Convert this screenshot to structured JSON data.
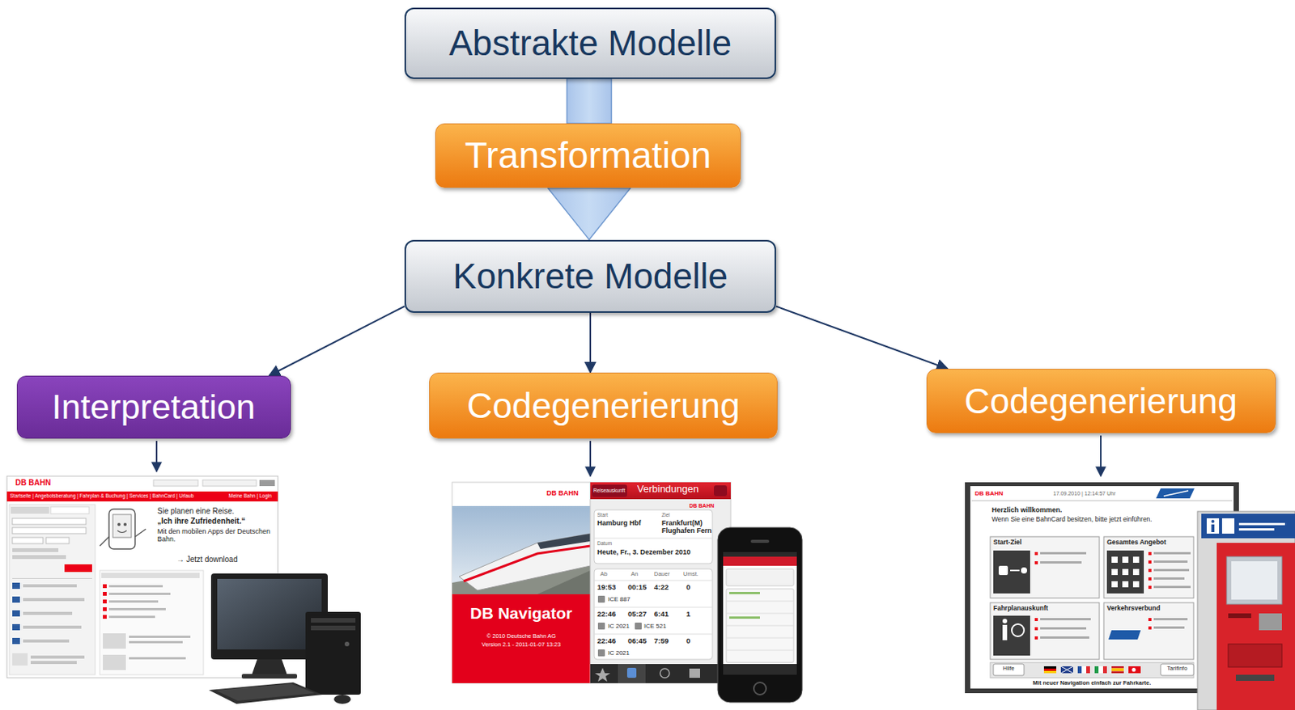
{
  "diagram": {
    "nodes": [
      {
        "text": [
          "Abstrakte Modelle"
        ]
      },
      {
        "text": [
          "Transformation"
        ]
      },
      {
        "text": [
          "Konkrete Modelle"
        ]
      },
      {
        "text": [
          "Interpretation"
        ]
      },
      {
        "text": [
          "Codegenerierung"
        ]
      },
      {
        "text": [
          "Codegenerierung"
        ]
      }
    ],
    "edges": [
      {
        "from": 0,
        "to": 1,
        "arrow": "none"
      },
      {
        "from": 1,
        "to": 2,
        "arrow": "to"
      },
      {
        "from": 2,
        "to": 3,
        "arrow": "to"
      },
      {
        "from": 2,
        "to": 4,
        "arrow": "to"
      },
      {
        "from": 2,
        "to": 5,
        "arrow": "to"
      }
    ],
    "labels": [
      "DB BAHN",
      "Startseite | Angebotsberatung | Fahrplan & Buchung | Services | BahnCard | Urlaub",
      "Meine Bahn | Login",
      "Sie planen eine Reise.",
      "„Ich ihre Zufriedenheit.“",
      "Mit den mobilen Apps der Deutschen Bahn.",
      "→ Jetzt download",
      "DB BAHN",
      "DB Navigator",
      "© 2010 Deutsche Bahn AG",
      "Version 2.1 - 2011-01-07 13:23",
      "Reiseauskunft",
      "Verbindungen",
      "DB BAHN",
      "Start",
      "Hamburg Hbf",
      "Ziel",
      "Frankfurt(M) Flughafen Fern",
      "Datum",
      "Heute, Fr., 3. Dezember 2010",
      "Ab",
      "An",
      "Dauer",
      "Umst.",
      "19:53",
      "00:15",
      "4:22",
      "0",
      "ICE 887",
      "22:46",
      "05:27",
      "6:41",
      "1",
      "IC 2021",
      "ICE 521",
      "22:46",
      "06:45",
      "7:59",
      "0",
      "IC 2021",
      "DB BAHN",
      "17.09.2010 | 12:14:57 Uhr",
      "Herzlich willkommen.",
      "Wenn Sie eine BahnCard besitzen, bitte jetzt einführen.",
      "Start-Ziel",
      "Gesamtes Angebot",
      "Fahrplanauskunft",
      "Verkehrsverbund",
      "Hilfe",
      "Tarifinfo",
      "Mit neuer Navigation einfach zur Fahrkarte."
    ]
  }
}
